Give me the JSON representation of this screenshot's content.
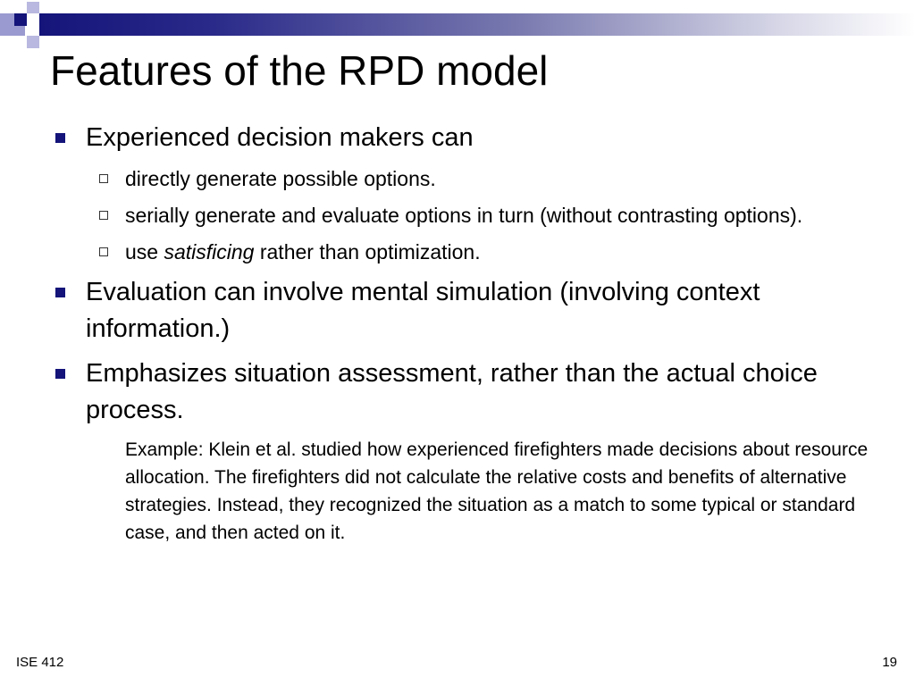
{
  "slide": {
    "title": "Features of the RPD model",
    "bullets": [
      {
        "text": "Experienced decision makers can",
        "sub": [
          {
            "text": "directly generate possible options."
          },
          {
            "text": "serially generate and evaluate options in turn (without contrasting options)."
          },
          {
            "lead": "use ",
            "emphasis": "satisficing",
            "tail": " rather than optimization."
          }
        ]
      },
      {
        "text": "Evaluation can involve mental simulation (involving context information.)"
      },
      {
        "text": "Emphasizes situation assessment, rather than the actual choice process."
      }
    ],
    "example": "Example:  Klein et al. studied how experienced firefighters made decisions about resource allocation.  The firefighters did not calculate the relative costs and benefits of alternative strategies.  Instead, they recognized the situation as a match to some typical or standard case, and then acted on it."
  },
  "footer": {
    "course": "ISE 412",
    "page_number": "19"
  },
  "colors": {
    "accent": "#14147a",
    "text": "#000000"
  }
}
